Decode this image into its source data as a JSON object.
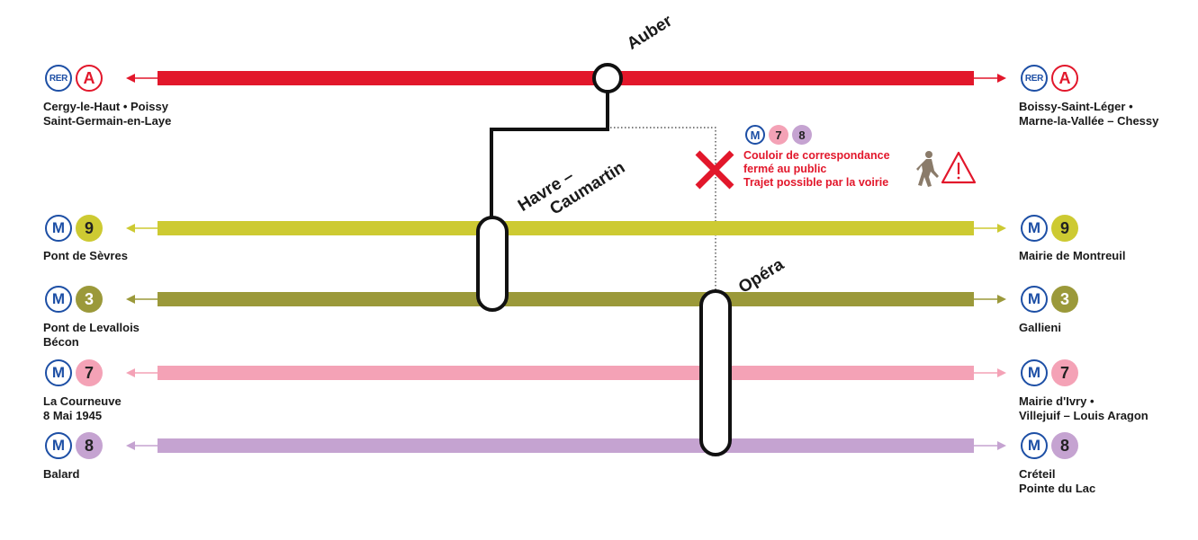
{
  "colors": {
    "rer_a": "#e2172b",
    "metro_9": "#cdca32",
    "metro_3": "#9b993a",
    "metro_7": "#f4a2b6",
    "metro_8": "#c5a3d1",
    "mode_blue": "#1d4fa5",
    "alert_red": "#e2172b"
  },
  "lines": [
    {
      "id": "rer-a",
      "mode": "RER",
      "number": "A",
      "color": "#e2172b",
      "outline": true,
      "left_terminus": [
        "Cergy-le-Haut • Poissy",
        "Saint-Germain-en-Laye"
      ],
      "right_terminus": [
        "Boissy-Saint-Léger •",
        "Marne-la-Vallée – Chessy"
      ]
    },
    {
      "id": "metro-9",
      "mode": "M",
      "number": "9",
      "color": "#cdca32",
      "outline": false,
      "left_terminus": [
        "Pont de Sèvres"
      ],
      "right_terminus": [
        "Mairie de Montreuil"
      ]
    },
    {
      "id": "metro-3",
      "mode": "M",
      "number": "3",
      "color": "#9b993a",
      "outline": false,
      "left_terminus": [
        "Pont de Levallois",
        "Bécon"
      ],
      "right_terminus": [
        "Gallieni"
      ]
    },
    {
      "id": "metro-7",
      "mode": "M",
      "number": "7",
      "color": "#f4a2b6",
      "outline": false,
      "left_terminus": [
        "La Courneuve",
        "8 Mai 1945"
      ],
      "right_terminus": [
        "Mairie d'Ivry •",
        "Villejuif – Louis Aragon"
      ]
    },
    {
      "id": "metro-8",
      "mode": "M",
      "number": "8",
      "color": "#c5a3d1",
      "outline": false,
      "left_terminus": [
        "Balard"
      ],
      "right_terminus": [
        "Créteil",
        "Pointe du Lac"
      ]
    }
  ],
  "stations": {
    "auber": "Auber",
    "havre_line1": "Havre –",
    "havre_line2": "Caumartin",
    "opera": "Opéra"
  },
  "notice": {
    "lines": [
      "7",
      "8"
    ],
    "text": [
      "Couloir de correspondance",
      "fermé au public",
      "Trajet possible par la voirie"
    ],
    "icons": [
      "closed-cross-icon",
      "pedestrian-icon",
      "warning-triangle-icon"
    ]
  }
}
